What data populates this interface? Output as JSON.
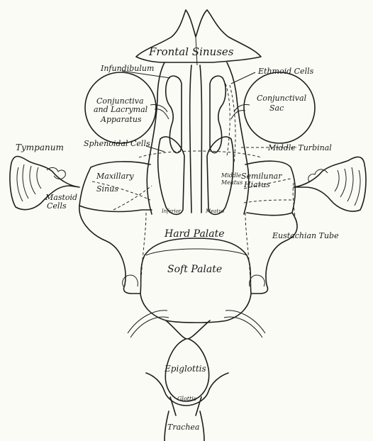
{
  "labels": {
    "frontal_sinuses": "Frontal Sinuses",
    "infundibulum": "Infundibulum",
    "ethmoid_cells": "Ethmoid Cells",
    "conjunctiva_line1": "Conjunctiva",
    "conjunctiva_line2": "and Lacrymal",
    "conjunctiva_line3": "Apparatus",
    "conjunctival_sac_line1": "Conjunctival",
    "conjunctival_sac_line2": "Sac",
    "tympanum": "Tympanum",
    "sphenoidal_cells": "Sphenoidal Cells",
    "middle_turbinal": "Middle Turbinal",
    "maxillary": "Maxillary",
    "sinus": "Sinus",
    "middle_meatus_line1": "Middle",
    "middle_meatus_line2": "Meatus",
    "semilunar_line1": "Semilunar",
    "semilunar_line2": "Hiatus",
    "mastoid_line1": "Mastoid",
    "mastoid_line2": "Cells",
    "inferior": "Inferior",
    "meatus_small": "Meatus",
    "hard_palate": "Hard Palate",
    "eustachian_tube": "Eustachian Tube",
    "soft_palate": "Soft Palate",
    "epiglottis": "Epiglottis",
    "glottis": "Glottis",
    "trachea": "Trachea"
  }
}
